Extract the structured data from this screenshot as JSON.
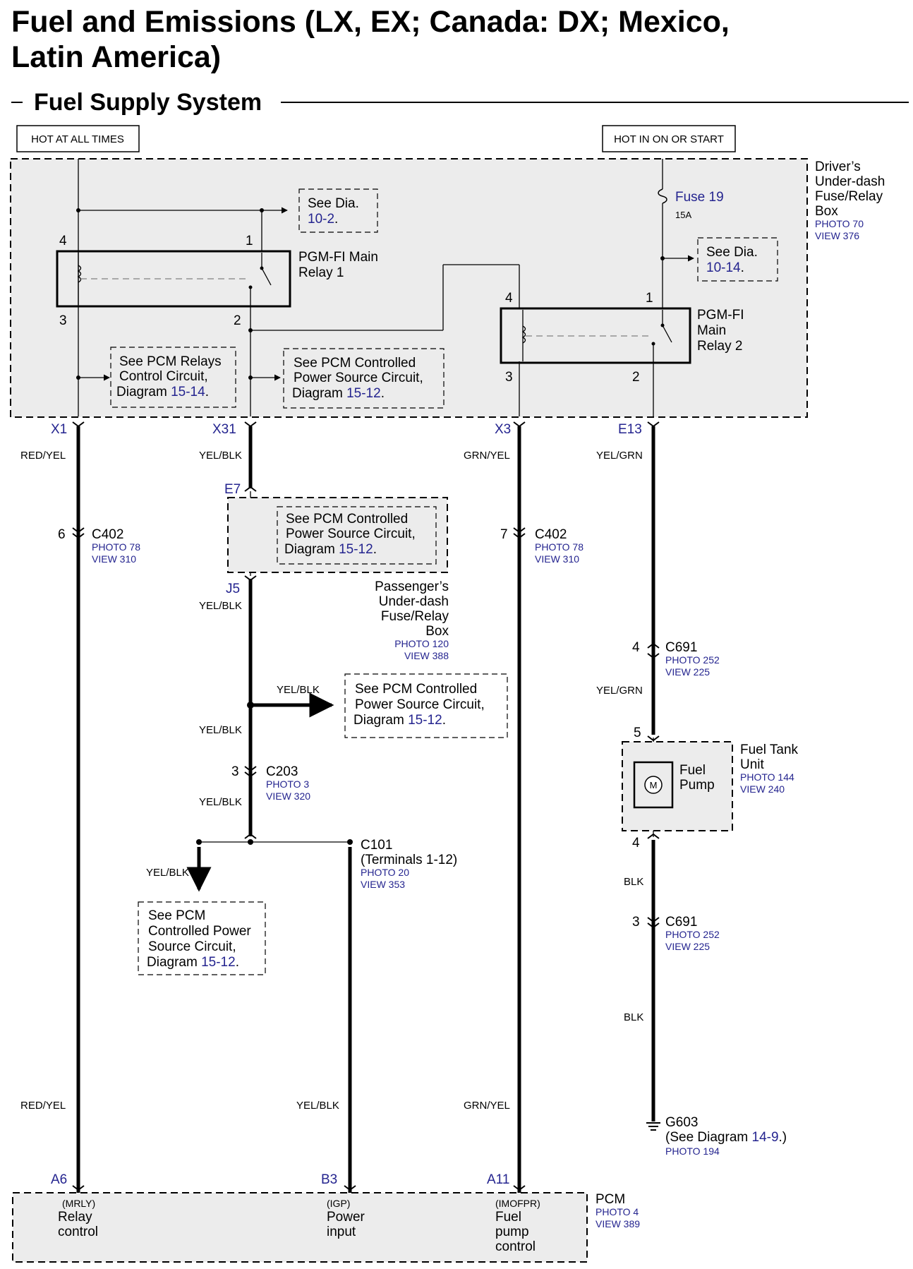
{
  "title": {
    "line1": "Fuel and Emissions (LX, EX; Canada: DX; Mexico,",
    "line2": "Latin America)"
  },
  "section": "Fuel Supply System",
  "power_labels": {
    "hot_at_all_times": "HOT AT ALL TIMES",
    "hot_in_on_or_start": "HOT IN ON OR START"
  },
  "driver_box": {
    "name": [
      "Driver’s",
      "Under-dash",
      "Fuse/Relay",
      "Box"
    ],
    "photo": "PHOTO 70",
    "view": "VIEW 376"
  },
  "fuse": {
    "name": "Fuse 19",
    "rating": "15A"
  },
  "relay1": {
    "name": [
      "PGM-FI Main",
      "Relay 1"
    ],
    "pins": [
      "4",
      "1",
      "3",
      "2"
    ]
  },
  "relay2": {
    "name": [
      "PGM-FI",
      "Main",
      "Relay 2"
    ],
    "pins": [
      "4",
      "1",
      "3",
      "2"
    ]
  },
  "refs": {
    "dia_10_2": {
      "text": "See Dia.",
      "link": "10-2",
      "suffix": "."
    },
    "dia_10_14": {
      "text": "See Dia.",
      "link": "10-14",
      "suffix": "."
    },
    "pcm_relays": {
      "lines": [
        "See PCM Relays",
        "Control Circuit,",
        "Diagram"
      ],
      "link": "15-14",
      "suffix": "."
    },
    "pcm_power_1": {
      "lines": [
        "See PCM Controlled",
        "Power Source Circuit,",
        "Diagram"
      ],
      "link": "15-12",
      "suffix": "."
    },
    "pcm_power_2": {
      "lines": [
        "See PCM Controlled",
        "Power Source Circuit,",
        "Diagram"
      ],
      "link": "15-12",
      "suffix": "."
    },
    "pcm_power_3": {
      "lines": [
        "See PCM Controlled",
        "Power Source Circuit,",
        "Diagram"
      ],
      "link": "15-12",
      "suffix": "."
    },
    "pcm_power_4": {
      "lines": [
        "See PCM",
        "Controlled Power",
        "Source Circuit,",
        "Diagram"
      ],
      "link": "15-12",
      "suffix": "."
    }
  },
  "terminals": {
    "x1": "X1",
    "x31": "X31",
    "x3": "X3",
    "e13": "E13",
    "e7": "E7",
    "j5": "J5",
    "a6": "A6",
    "b3": "B3",
    "a11": "A11"
  },
  "wires": {
    "red_yel": "RED/YEL",
    "yel_blk": "YEL/BLK",
    "grn_yel": "GRN/YEL",
    "yel_grn": "YEL/GRN",
    "blk": "BLK"
  },
  "c402_left": {
    "pin": "6",
    "name": "C402",
    "photo": "PHOTO 78",
    "view": "VIEW 310"
  },
  "c402_right": {
    "pin": "7",
    "name": "C402",
    "photo": "PHOTO 78",
    "view": "VIEW 310"
  },
  "passenger_box": {
    "name": [
      "Passenger’s",
      "Under-dash",
      "Fuse/Relay",
      "Box"
    ],
    "photo": "PHOTO 120",
    "view": "VIEW 388"
  },
  "c691_top": {
    "pin": "4",
    "name": "C691",
    "photo": "PHOTO 252",
    "view": "VIEW 225"
  },
  "c691_bottom": {
    "pin": "3",
    "name": "C691",
    "photo": "PHOTO 252",
    "view": "VIEW 225"
  },
  "c203": {
    "pin": "3",
    "name": "C203",
    "photo": "PHOTO 3",
    "view": "VIEW 320"
  },
  "c101": {
    "name": "C101",
    "terminals": "(Terminals 1-12)",
    "photo": "PHOTO 20",
    "view": "VIEW 353"
  },
  "fuel_tank": {
    "name": [
      "Fuel Tank",
      "Unit"
    ],
    "photo": "PHOTO 144",
    "view": "VIEW 240",
    "pin_top": "5",
    "pin_bottom": "4"
  },
  "fuel_pump": {
    "name": [
      "Fuel",
      "Pump"
    ],
    "motor_symbol": "M"
  },
  "ground": {
    "name": "G603",
    "see": "(See Diagram",
    "link": "14-9",
    "suffix": ".)",
    "photo": "PHOTO 194"
  },
  "pcm": {
    "name": "PCM",
    "photo": "PHOTO 4",
    "view": "VIEW 389",
    "a6": {
      "signal": "(MRLY)",
      "lines": [
        "Relay",
        "control"
      ]
    },
    "b3": {
      "signal": "(IGP)",
      "lines": [
        "Power",
        "input"
      ]
    },
    "a11": {
      "signal": "(IMOFPR)",
      "lines": [
        "Fuel",
        "pump",
        "control"
      ]
    }
  },
  "colors": {
    "link_blue": "#24248f",
    "box_fill": "#ececec",
    "line": "#000000"
  }
}
